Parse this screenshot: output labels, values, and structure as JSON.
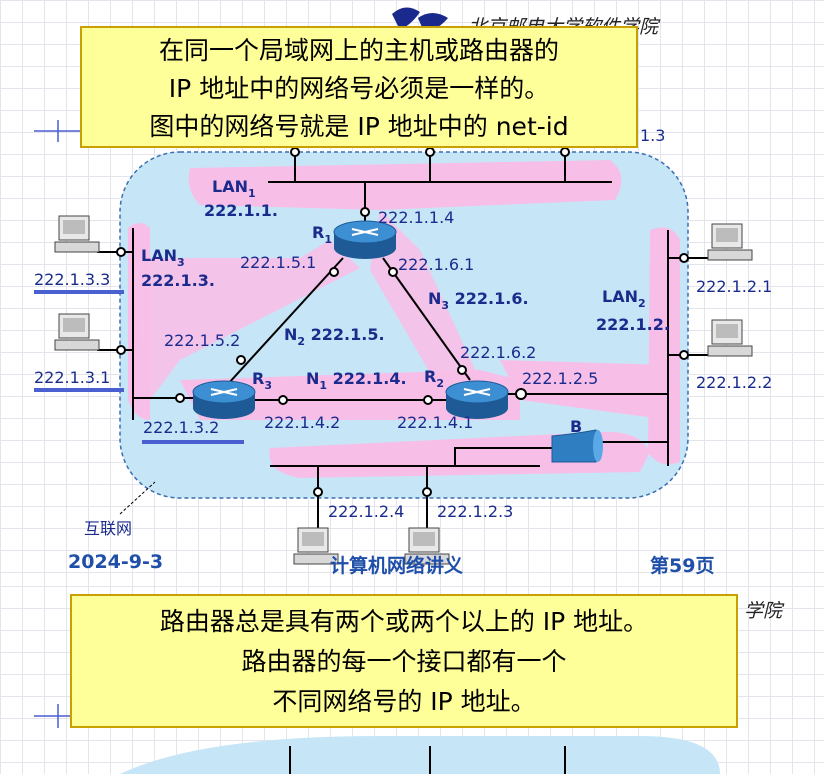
{
  "header": {
    "institution_text": "北京邮电大学软件学院",
    "partial_text": "学院"
  },
  "callout_top": {
    "lines": [
      "在同一个局域网上的主机或路由器的",
      "IP 地址中的网络号必须是一样的。",
      "图中的网络号就是 IP 地址中的 net-id"
    ]
  },
  "callout_bottom": {
    "lines": [
      "路由器总是具有两个或两个以上的 IP 地址。",
      "路由器的每一个接口都有一个",
      "不同网络号的 IP 地址。"
    ]
  },
  "diagram": {
    "lan1": {
      "name": "LAN",
      "sub": "1",
      "net": "222.1.1."
    },
    "lan2": {
      "name": "LAN",
      "sub": "2",
      "net": "222.1.2."
    },
    "lan3": {
      "name": "LAN",
      "sub": "3",
      "net": "222.1.3."
    },
    "n1": {
      "name": "N",
      "sub": "1",
      "net": "222.1.4."
    },
    "n2": {
      "name": "N",
      "sub": "2",
      "net": "222.1.5."
    },
    "n3": {
      "name": "N",
      "sub": "3",
      "net": "222.1.6."
    },
    "r1": {
      "name": "R",
      "sub": "1"
    },
    "r2": {
      "name": "R",
      "sub": "2"
    },
    "r3": {
      "name": "R",
      "sub": "3"
    },
    "bridge": "B",
    "internet_label": "互联网",
    "partial_ip": "1.3",
    "ips": {
      "r1_lan1": "222.1.1.4",
      "r1_n2": "222.1.5.1",
      "r1_n3": "222.1.6.1",
      "r3_n2": "222.1.5.2",
      "r3_lan3": "222.1.3.2",
      "r3_n1": "222.1.4.2",
      "r2_n1": "222.1.4.1",
      "r2_n3": "222.1.6.2",
      "r2_lan2": "222.1.2.5",
      "host_133": "222.1.3.3",
      "host_131": "222.1.3.1",
      "host_121": "222.1.2.1",
      "host_122": "222.1.2.2",
      "host_124": "222.1.2.4",
      "host_123": "222.1.2.3"
    }
  },
  "footer": {
    "date": "2024-9-3",
    "title": "计算机网络讲义",
    "page": "第59页"
  },
  "colors": {
    "callout_bg": "#ffff99",
    "internet_cloud": "#c6e6f7",
    "lan_highlight": "#f7bfe8",
    "router_body": "#2f7ec2",
    "label_blue": "#1a2b8c",
    "footer_blue": "#1f4fa8"
  }
}
